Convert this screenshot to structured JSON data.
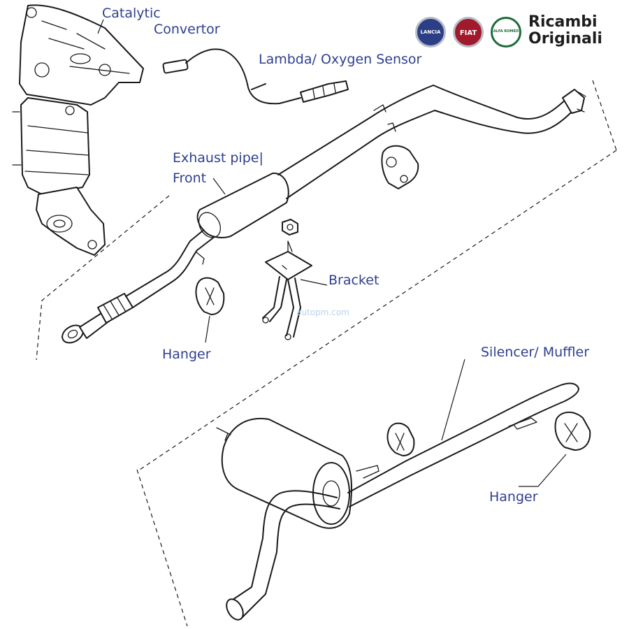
{
  "brand": {
    "line1": "Ricambi",
    "line2": "Originali",
    "logos": [
      {
        "name": "lancia-logo",
        "text": "LANCIA",
        "color": "#2c3f86"
      },
      {
        "name": "fiat-logo",
        "text": "FIAT",
        "color": "#a11a2b"
      },
      {
        "name": "alfa-romeo-logo",
        "text": "ALFA ROMEO",
        "color": "#1d6b3a"
      }
    ]
  },
  "labels": {
    "catalytic": "Catalytic",
    "convertor": "Convertor",
    "lambda_sensor": "Lambda/ Oxygen Sensor",
    "exhaust_pipe": "Exhaust pipe|",
    "front": "Front",
    "bracket": "Bracket",
    "hanger_front": "Hanger",
    "silencer": "Silencer/ Muffler",
    "hanger_rear": "Hanger"
  },
  "watermark": "autopm.com",
  "colors": {
    "label_text": "#2f3f8f",
    "line_art": "#1a1a1a"
  }
}
